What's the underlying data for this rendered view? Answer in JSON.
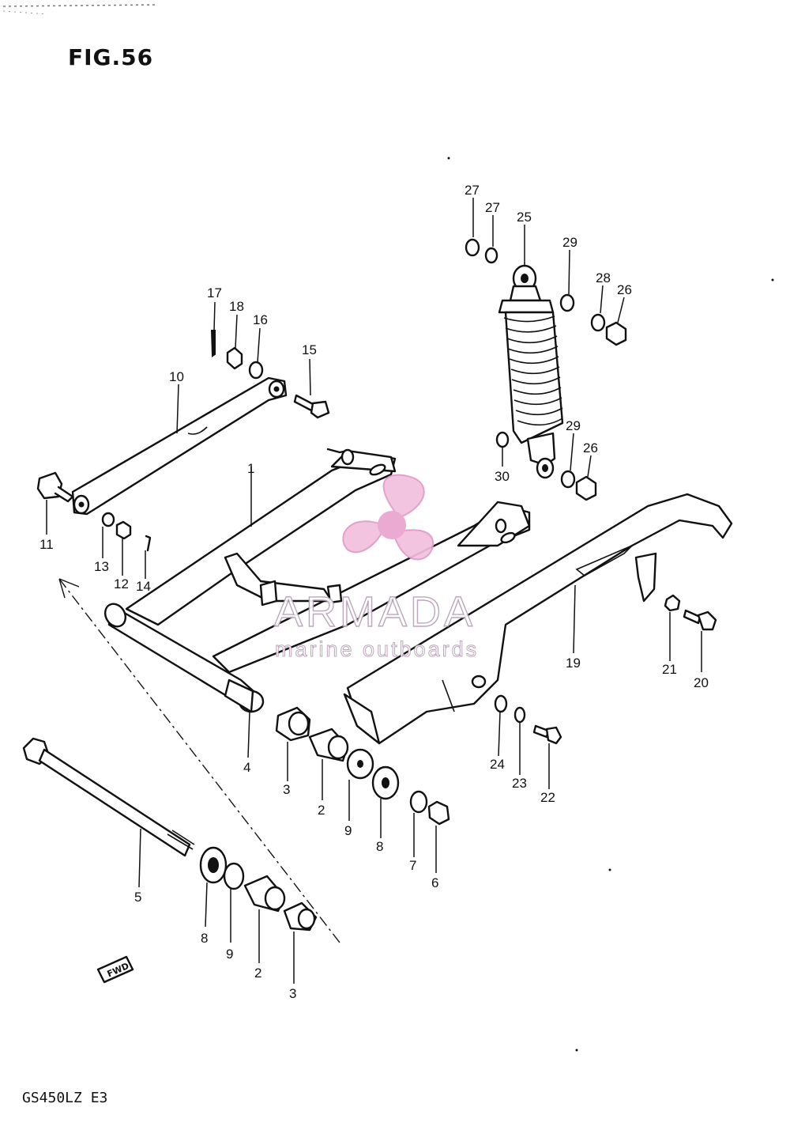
{
  "figure": {
    "title": "FIG.56",
    "model_code": "GS450LZ  E3",
    "front_mark": "FWD"
  },
  "watermark": {
    "title": "ARMADA",
    "subtitle": "marine outboards",
    "color": "#e8a8d0"
  },
  "parts": [
    {
      "id": "p27a",
      "label": "27"
    },
    {
      "id": "p27b",
      "label": "27"
    },
    {
      "id": "p25",
      "label": "25"
    },
    {
      "id": "p29a",
      "label": "29"
    },
    {
      "id": "p28",
      "label": "28"
    },
    {
      "id": "p26a",
      "label": "26"
    },
    {
      "id": "p17",
      "label": "17"
    },
    {
      "id": "p18",
      "label": "18"
    },
    {
      "id": "p16",
      "label": "16"
    },
    {
      "id": "p15",
      "label": "15"
    },
    {
      "id": "p10",
      "label": "10"
    },
    {
      "id": "p29b",
      "label": "29"
    },
    {
      "id": "p26b",
      "label": "26"
    },
    {
      "id": "p30",
      "label": "30"
    },
    {
      "id": "p1",
      "label": "1"
    },
    {
      "id": "p11",
      "label": "11"
    },
    {
      "id": "p13",
      "label": "13"
    },
    {
      "id": "p12",
      "label": "12"
    },
    {
      "id": "p14",
      "label": "14"
    },
    {
      "id": "p19",
      "label": "19"
    },
    {
      "id": "p21",
      "label": "21"
    },
    {
      "id": "p20",
      "label": "20"
    },
    {
      "id": "p4",
      "label": "4"
    },
    {
      "id": "p3a",
      "label": "3"
    },
    {
      "id": "p2a",
      "label": "2"
    },
    {
      "id": "p9a",
      "label": "9"
    },
    {
      "id": "p8a",
      "label": "8"
    },
    {
      "id": "p7",
      "label": "7"
    },
    {
      "id": "p6",
      "label": "6"
    },
    {
      "id": "p24",
      "label": "24"
    },
    {
      "id": "p23",
      "label": "23"
    },
    {
      "id": "p22",
      "label": "22"
    },
    {
      "id": "p5",
      "label": "5"
    },
    {
      "id": "p8b",
      "label": "8"
    },
    {
      "id": "p9b",
      "label": "9"
    },
    {
      "id": "p2b",
      "label": "2"
    },
    {
      "id": "p3b",
      "label": "3"
    }
  ]
}
